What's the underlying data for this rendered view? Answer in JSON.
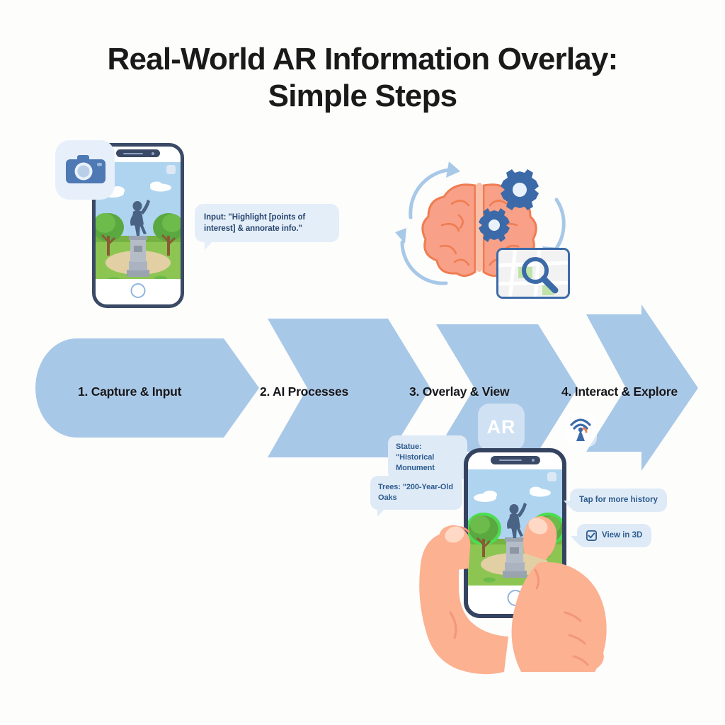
{
  "page": {
    "title_line1": "Real-World AR Information Overlay:",
    "title_line2": "Simple Steps",
    "background_color": "#fdfdfc"
  },
  "colors": {
    "arrow_fill": "#a8c8e8",
    "title_text": "#1a1a1a",
    "step_label_text": "#15171a",
    "bubble_bg": "#e4eef9",
    "bubble_text": "#27466e",
    "phone_frame": "#3a4a66",
    "brain_fill": "#f8a088",
    "brain_line": "#ef7d52",
    "gear_blue": "#3c6aa8",
    "ar_highlight_green": "#4ade50",
    "camera_badge_bg": "#e7f0fa",
    "sky_blue": "#aed4f0",
    "grass_green": "#8dc552"
  },
  "flow": {
    "steps": [
      {
        "id": "capture",
        "label": "1. Capture & Input"
      },
      {
        "id": "ai",
        "label": "2. AI Processes"
      },
      {
        "id": "overlay",
        "label": "3. Overlay & View"
      },
      {
        "id": "interact",
        "label": "4. Interact & Explore"
      }
    ]
  },
  "panel_capture": {
    "camera_icon": "camera-icon",
    "phone_icon": "smartphone-icon",
    "input_bubble": "Input: \"Highlight [points of interest] & annorate info.\""
  },
  "panel_ai": {
    "brain_icon": "brain-icon",
    "gears_icon": "gears-icon",
    "cycle_arrows_icon": "circular-arrows-icon",
    "map_search_icon": "map-magnifier-icon"
  },
  "panel_overlay": {
    "ar_badge_label": "AR",
    "annotations": [
      "Statue: \"Historical Monument",
      "Trees: \"200-Year-Old Oaks"
    ]
  },
  "panel_interact": {
    "beacon_icon": "signal-beacon-icon",
    "actions": [
      {
        "label": "Tap for more history",
        "icon": null
      },
      {
        "label": "View in 3D",
        "icon": "checkbox-icon"
      }
    ],
    "hands_icon": "hands-holding-phone-icon"
  }
}
